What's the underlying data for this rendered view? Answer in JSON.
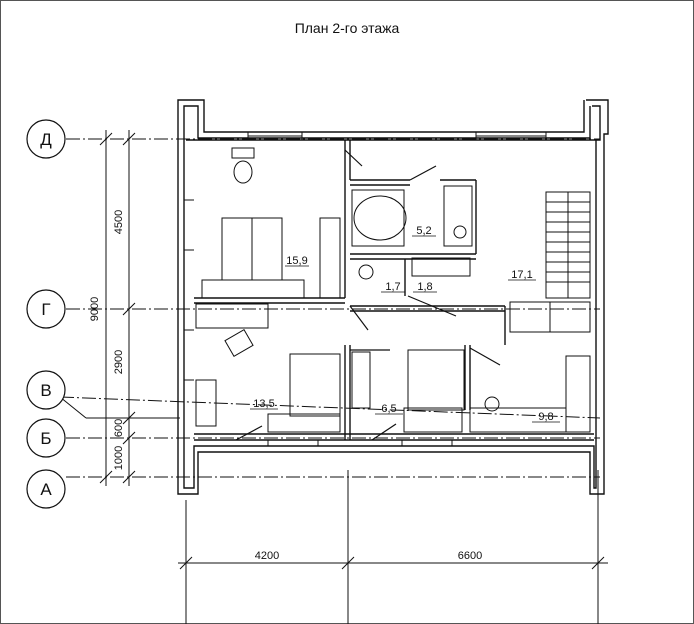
{
  "title": "План 2-го этажа",
  "axes": {
    "D": "Д",
    "G": "Г",
    "V": "В",
    "B": "Б",
    "A": "А"
  },
  "dims_vertical": {
    "overall": "9000",
    "d_g": "4500",
    "g_v": "2900",
    "v_b": "600",
    "b_a": "1000"
  },
  "dims_horizontal": {
    "left": "4200",
    "right": "6600"
  },
  "rooms": {
    "bath": "5,2",
    "bedroom_top": "15,9",
    "wc": "1,7",
    "closet": "1,8",
    "hall": "17,1",
    "bedroom_left": "13,5",
    "bedroom_mid": "6,5",
    "room_right": "9,8"
  }
}
